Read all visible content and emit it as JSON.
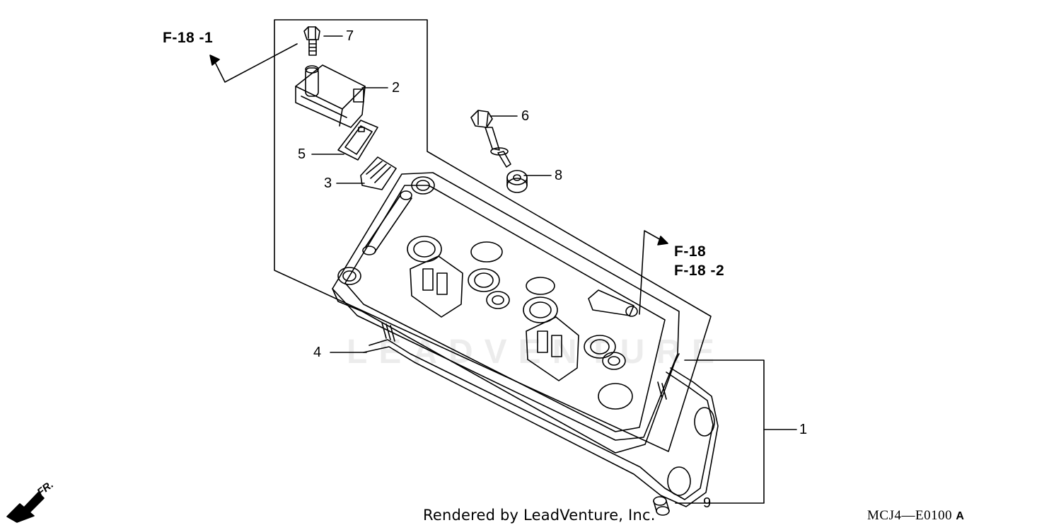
{
  "refs": {
    "f18_1": "F-18 -1",
    "f18": "F-18",
    "f18_2": "F-18 -2"
  },
  "callouts": [
    "1",
    "2",
    "3",
    "4",
    "5",
    "6",
    "7",
    "8",
    "9"
  ],
  "footer": {
    "credit": "Rendered by LeadVenture, Inc.",
    "diagram_code": "MCJ4—E0100",
    "diagram_code_suffix": "A"
  },
  "direction_label": "FR.",
  "watermark": "LEADVENTURE",
  "colors": {
    "ink": "#000000",
    "paper": "#ffffff"
  }
}
